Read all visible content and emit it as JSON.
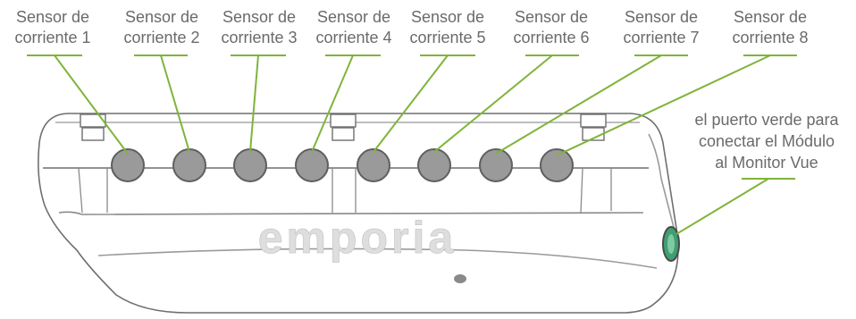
{
  "sensor_labels": [
    {
      "line1": "Sensor de",
      "line2": "corriente 1"
    },
    {
      "line1": "Sensor de",
      "line2": "corriente 2"
    },
    {
      "line1": "Sensor de",
      "line2": "corriente 3"
    },
    {
      "line1": "Sensor de",
      "line2": "corriente 4"
    },
    {
      "line1": "Sensor de",
      "line2": "corriente 5"
    },
    {
      "line1": "Sensor de",
      "line2": "corriente 6"
    },
    {
      "line1": "Sensor de",
      "line2": "corriente 7"
    },
    {
      "line1": "Sensor de",
      "line2": "corriente 8"
    }
  ],
  "port_note": {
    "line1": "el puerto verde para",
    "line2": "conectar el Módulo",
    "line3": "al Monitor Vue"
  },
  "device": {
    "logo": "emporia"
  },
  "colors": {
    "leader": "#7fb43a",
    "outline": "#6f6f6f",
    "port_fill": "#9a9a9a",
    "green_port": "#3f9f72",
    "logo": "#dedede",
    "text": "#6a6a6a"
  }
}
